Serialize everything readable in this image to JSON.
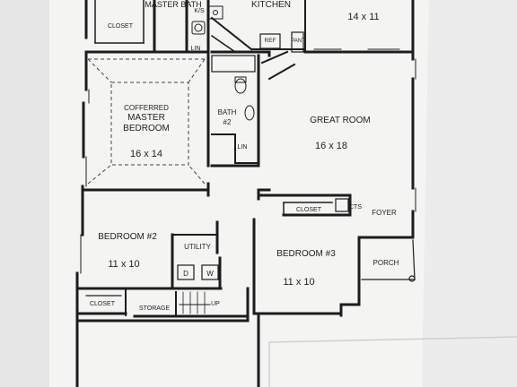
{
  "rooms": {
    "master_bath": "MASTER BATH",
    "kitchen": "KITCHEN",
    "dining_size": "14 x 11",
    "closet_top": "CLOSET",
    "lin_top": "LIN",
    "ks": "K/S",
    "ref": "REF",
    "pant": "PANT",
    "master_line1": "COFFERRED",
    "master_line2": "MASTER",
    "master_line3": "BEDROOM",
    "master_size": "16 x 14",
    "bath2_line1": "BATH",
    "bath2_line2": "#2",
    "lin_mid": "LIN",
    "great_room": "GREAT ROOM",
    "great_size": "16 x 18",
    "closet_mid": "CLOSET",
    "cts": "CTS",
    "foyer": "FOYER",
    "bedroom2": "BEDROOM #2",
    "bedroom2_size": "11 x 10",
    "utility": "UTILITY",
    "dryer": "D",
    "washer": "W",
    "bedroom3": "BEDROOM #3",
    "bedroom3_size": "11 x 10",
    "porch": "PORCH",
    "closet_low": "CLOSET",
    "storage": "STORAGE",
    "up": "UP"
  },
  "colors": {
    "wall": "#1c1c1c",
    "paper": "#f3f3f2",
    "background": "#e9e9ea"
  }
}
